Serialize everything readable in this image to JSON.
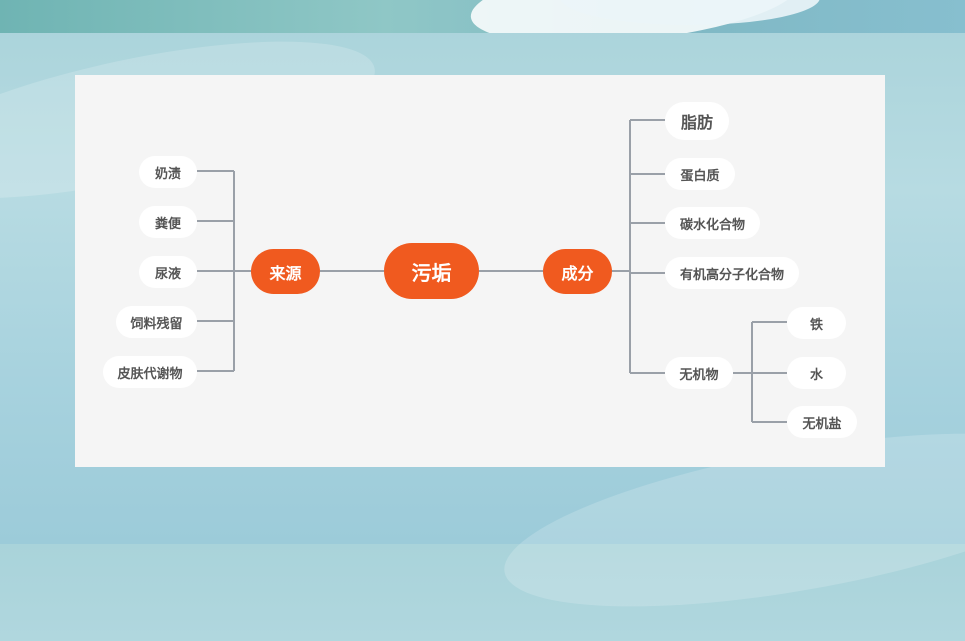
{
  "diagram": {
    "center": "污垢",
    "left_branch": {
      "label": "来源",
      "children": [
        "奶渍",
        "粪便",
        "尿液",
        "饲料残留",
        "皮肤代谢物"
      ]
    },
    "right_branch": {
      "label": "成分",
      "children": [
        "脂肪",
        "蛋白质",
        "碳水化合物",
        "有机高分子化合物",
        "无机物"
      ],
      "sub_branch": {
        "label": "无机物",
        "children": [
          "铁",
          "水",
          "无机盐"
        ]
      }
    }
  },
  "colors": {
    "accent": "#f05a1f",
    "connector": "#9aa0a8",
    "leaf_bg": "#ffffff",
    "panel_bg": "#f5f5f5"
  }
}
